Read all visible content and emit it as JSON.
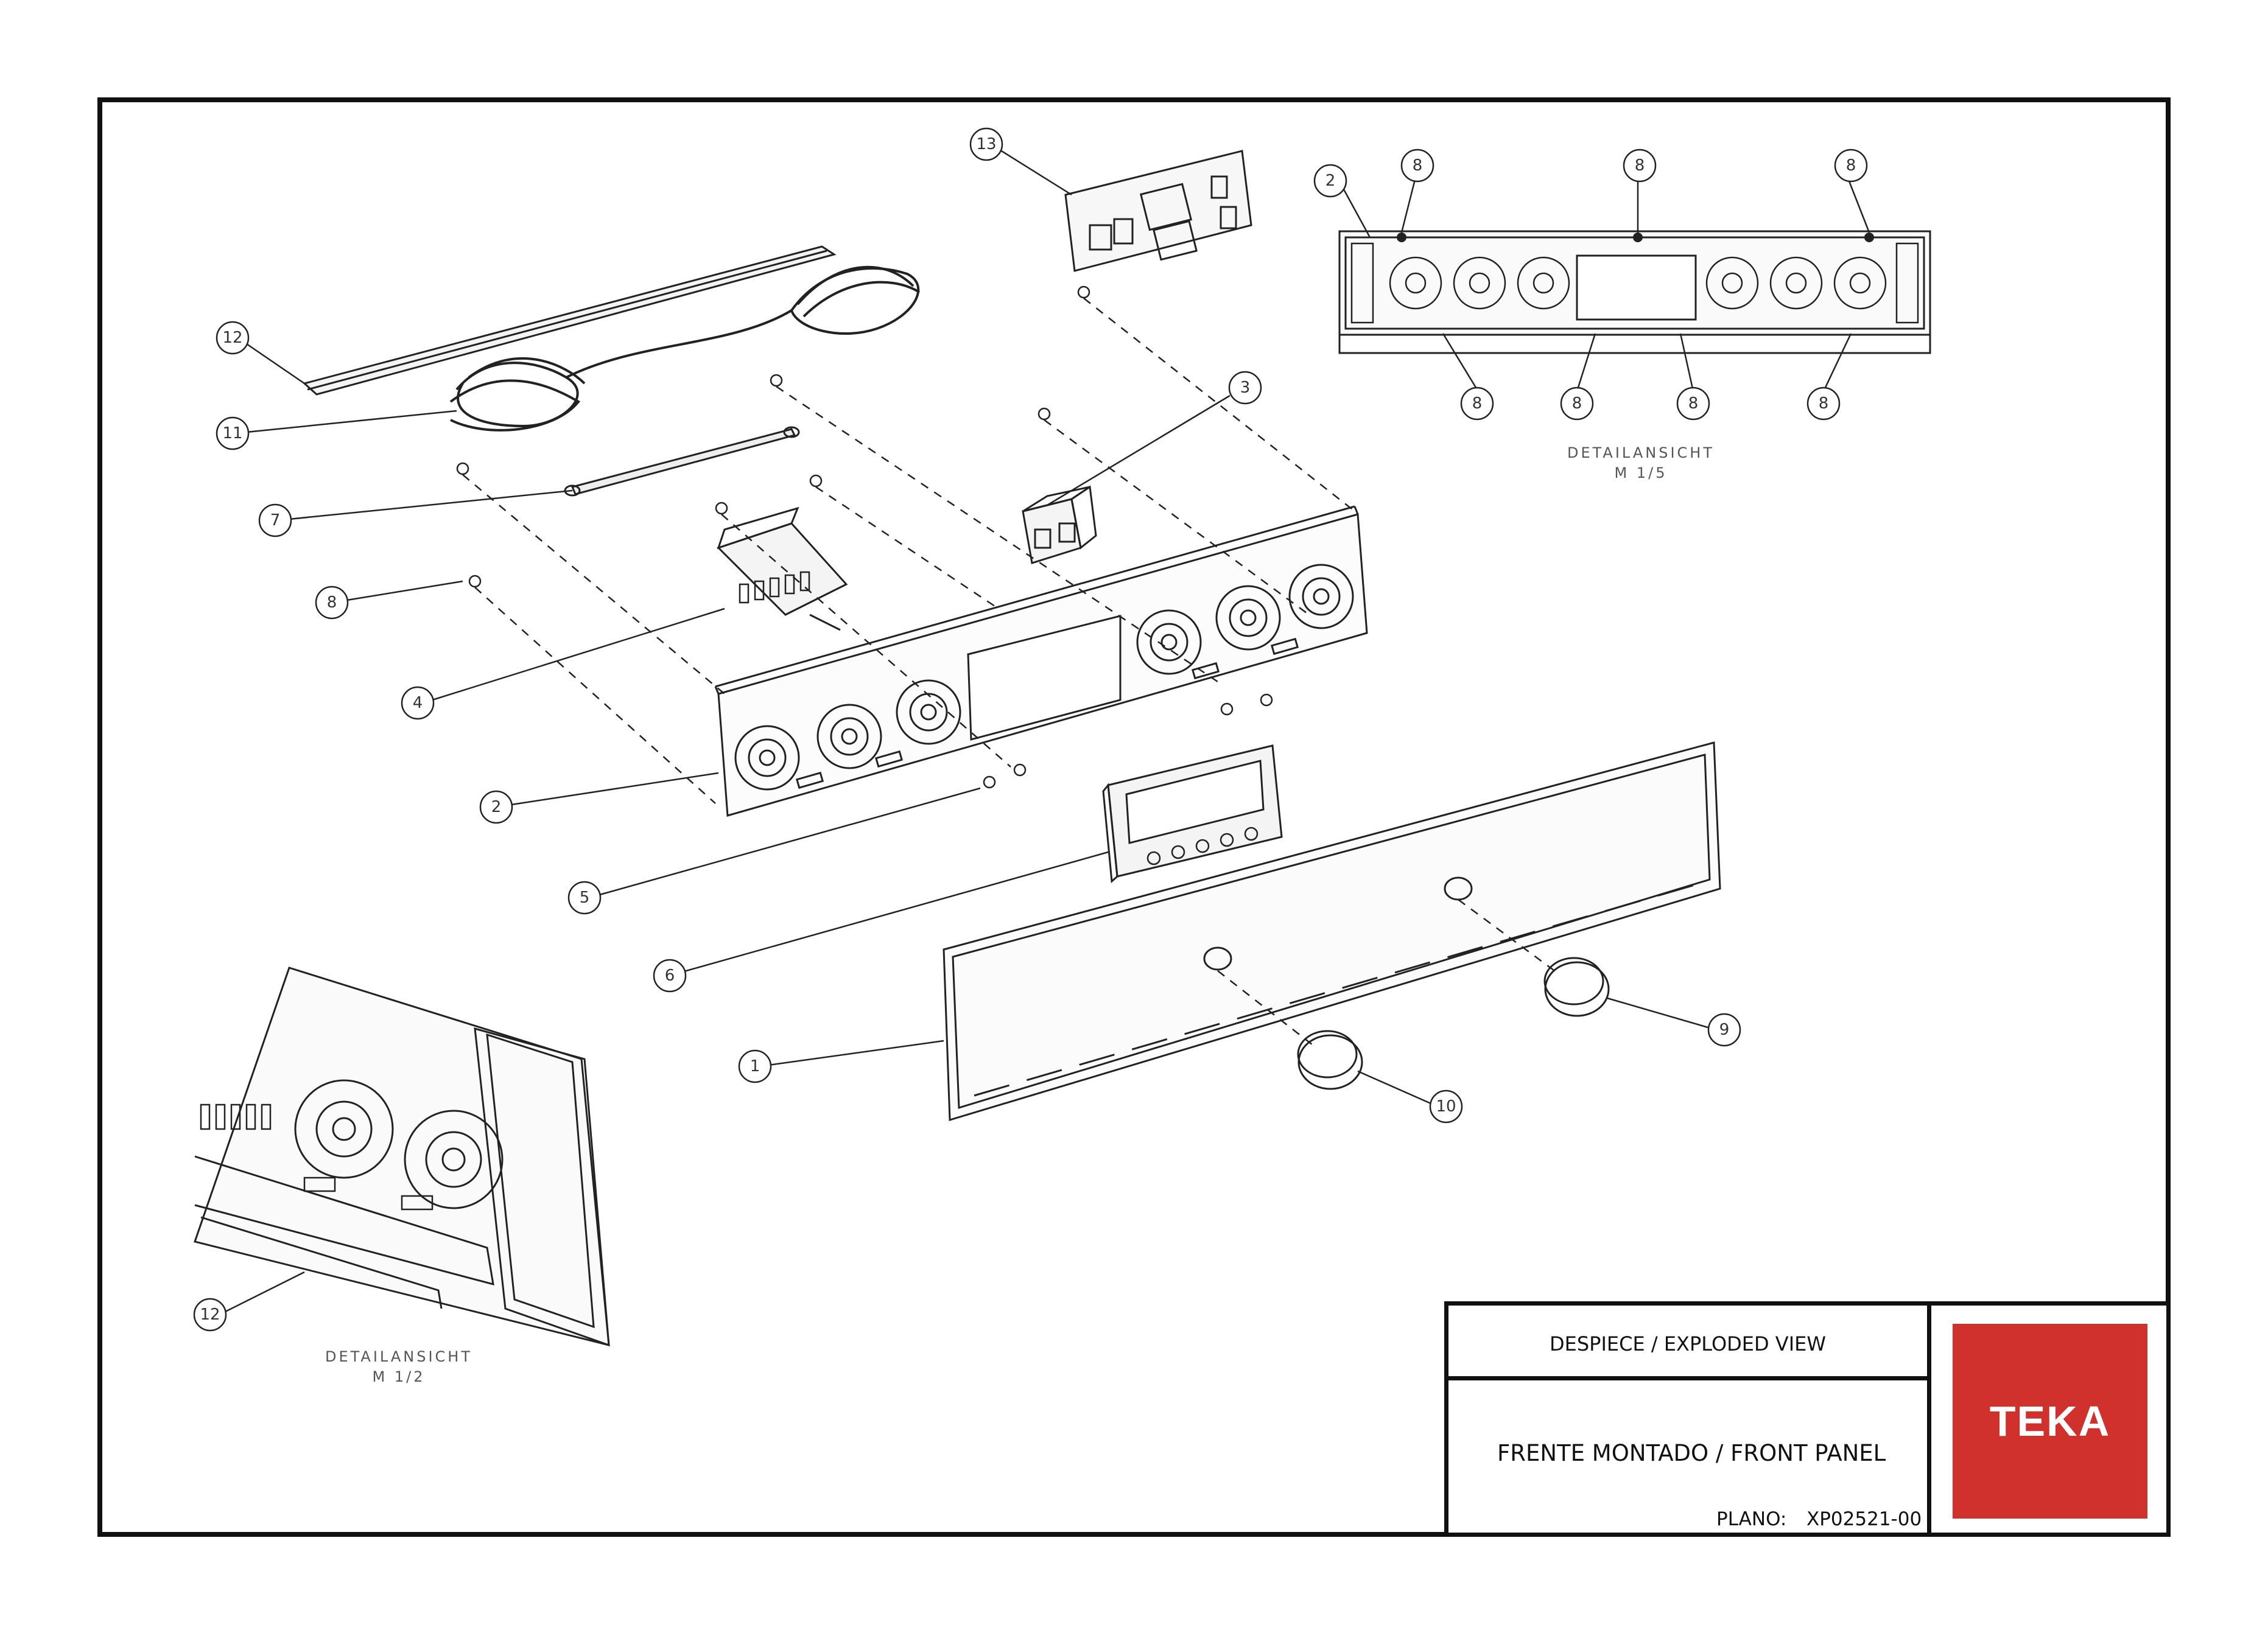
{
  "sheet": {
    "title_block": {
      "type_label": "DESPIECE / EXPLODED VIEW",
      "name_label": "FRENTE MONTADO / FRONT PANEL",
      "plan_label": "PLANO:",
      "plan_number": "XP02521-00"
    },
    "logo_text": "TEKA",
    "brand_color": "#d0312d"
  },
  "detail_views": [
    {
      "title": "DETAILANSICHT",
      "scale": "M 1/5"
    },
    {
      "title": "DETAILANSICHT",
      "scale": "M 1/2"
    }
  ],
  "callouts": {
    "c1": "1",
    "c2": "2",
    "c2b": "2",
    "c3": "3",
    "c4": "4",
    "c5": "5",
    "c6": "6",
    "c7": "7",
    "c8": "8",
    "c9": "9",
    "c10": "10",
    "c11": "11",
    "c12": "12",
    "c12b": "12",
    "c13": "13",
    "d8a": "8",
    "d8b": "8",
    "d8c": "8",
    "d8d": "8",
    "d8e": "8",
    "d8f": "8",
    "d8g": "8"
  }
}
